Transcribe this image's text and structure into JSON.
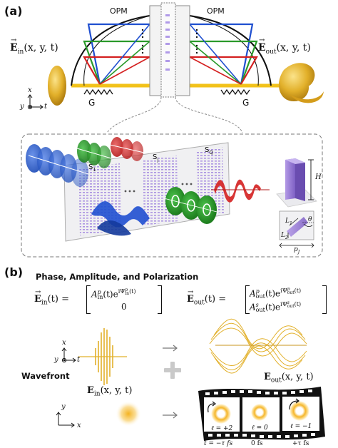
{
  "panel_a": {
    "label": "(a)",
    "ein": "E",
    "ein_sub": "in",
    "ein_args": "(x, y, t)",
    "eout": "E",
    "eout_sub": "out",
    "eout_args": "(x, y, t)",
    "opm_left": "OPM",
    "opm_right": "OPM",
    "grating_left": "G",
    "grating_right": "G",
    "axes": {
      "x": "x",
      "y": "y",
      "t": "t"
    },
    "metasurface": {
      "s1": "S",
      "s1_sub": "1",
      "sj": "S",
      "sj_sub": "j",
      "sq": "S",
      "sq_sub": "Q",
      "height": "H",
      "l1": "L",
      "l1_sub": "1",
      "l2": "L",
      "l2_sub": "2",
      "theta": "θ",
      "period": "p",
      "period_sub": "J"
    }
  },
  "panel_b": {
    "label": "(b)",
    "title": "Phase, Amplitude, and Polarization",
    "ein_lhs": "E",
    "ein_lhs_sub": "in",
    "ein_lhs_args": "(t) =",
    "ein_row1_a": "A",
    "ein_row1_sup": "p",
    "ein_row1_sub": "in",
    "ein_row1_rest": "(t)e",
    "ein_row1_exp": "iΨ",
    "ein_row1_exp_sup": "p",
    "ein_row1_exp_sub": "in",
    "ein_row1_exp_end": "(t)",
    "ein_row2": "0",
    "eout_lhs": "E",
    "eout_lhs_sub": "out",
    "eout_lhs_args": "(t) =",
    "eout_row1_a": "A",
    "eout_row1_sup": "p",
    "eout_row1_sub": "out",
    "eout_row1_rest": "(t)e",
    "eout_row1_exp": "iΨ",
    "eout_row1_exp_sup": "p",
    "eout_row1_exp_sub": "out",
    "eout_row1_exp_end": "(t)",
    "eout_row2_a": "A",
    "eout_row2_sup": "s",
    "eout_row2_sub": "out",
    "eout_row2_rest": "(t)e",
    "eout_row2_exp": "iΨ",
    "eout_row2_exp_sup": "s",
    "eout_row2_exp_sub": "out",
    "eout_row2_exp_end": "(t)",
    "axes_top": {
      "x": "x",
      "y": "y",
      "t": "t"
    },
    "wavefront_title": "Wavefront",
    "ein_xy": "E",
    "ein_xy_sub": "in",
    "ein_xy_args": "(x, y, t)",
    "axes_bottom": {
      "y": "y",
      "x": "x"
    },
    "eout_xy": "E",
    "eout_xy_sub": "out",
    "eout_xy_args": "(x, y, t)",
    "frames": [
      {
        "ell": "ℓ = +2",
        "time": "t = −τ fs"
      },
      {
        "ell": "ℓ = 0",
        "time": "0 fs"
      },
      {
        "ell": "ℓ = −1",
        "time": "+τ fs"
      }
    ]
  },
  "colors": {
    "beam": "#f2c21a",
    "gold": "#e2b02a",
    "red": "#d42020",
    "green": "#2a9a2a",
    "blue": "#1f4fd0",
    "purple": "#9a7ad8"
  }
}
